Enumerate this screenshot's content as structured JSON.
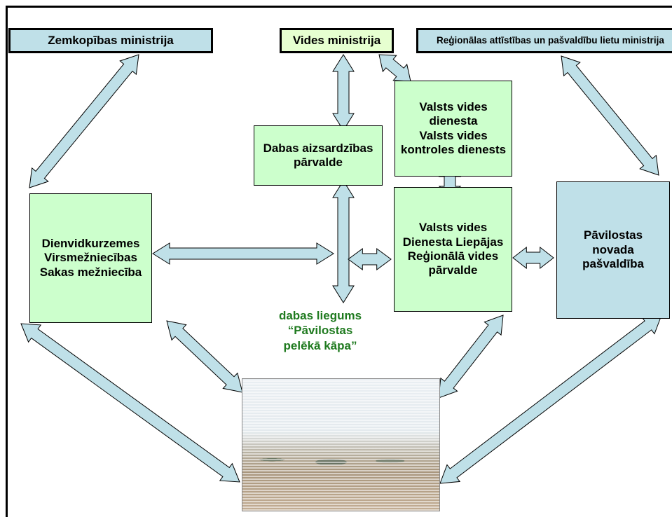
{
  "headers": {
    "zemkopibas": "Zemkopības ministrija",
    "vides": "Vides ministrija",
    "regionalas": "Reģionālas attīstības un pašvaldību lietu ministrija"
  },
  "boxes": {
    "dabas_aizsardzibas": "Dabas aizsardzības\npārvalde",
    "valsts_vides_dienesta": "Valsts vides\ndienesta\nValsts vides\nkontroles dienests",
    "dienvidkurzemes": "Dienvidkurzemes\nVirsmežniecības\nSakas mežniecība",
    "liepajas": "Valsts vides\nDienesta Liepājas\nReģionālā vides\npārvalde",
    "pavilostas_novada": "Pāvilostas\nnovada\npašvaldība"
  },
  "liegums_label": "dabas liegums\n“Pāvilostas\npelēkā kāpa”",
  "colors": {
    "arrow_fill": "#bfe0e8",
    "ministry_blue": "#bfe0e8",
    "green_box": "#ccffcc",
    "label_green": "#1f7a1f"
  },
  "photo": {
    "description_icon": "landscape-photo"
  }
}
